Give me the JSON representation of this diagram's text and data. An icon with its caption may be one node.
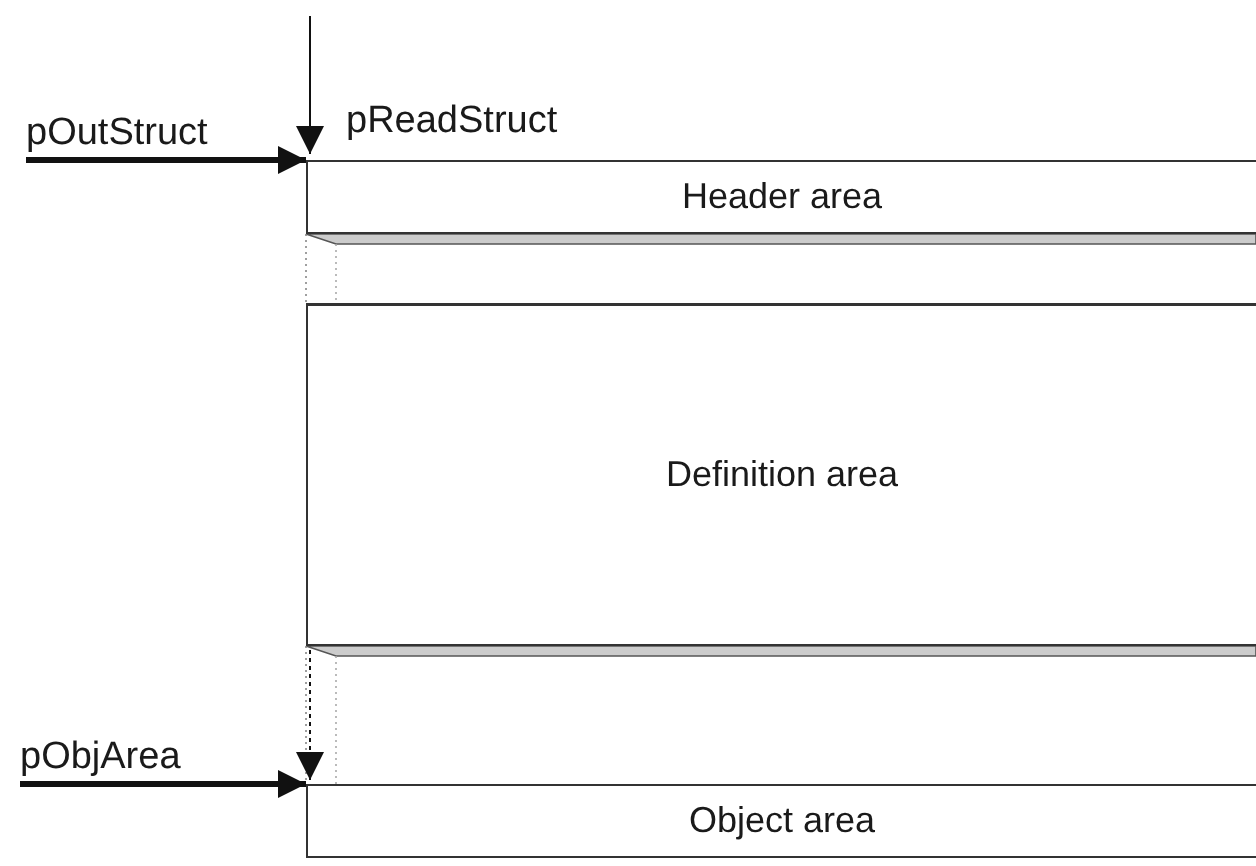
{
  "diagram": {
    "nodes": [
      {
        "text": [
          "pOutStruct"
        ]
      },
      {
        "text": [
          "Header area"
        ]
      },
      {
        "text": [
          "Definition area"
        ]
      },
      {
        "text": [
          "pObjArea"
        ]
      },
      {
        "text": [
          "Object area"
        ]
      }
    ],
    "edges": [
      {
        "from": 0,
        "to": 1,
        "arrow": "to",
        "style": "thick"
      },
      {
        "from": null,
        "to": 1,
        "arrow": "to",
        "label": "pReadStruct"
      },
      {
        "from": 3,
        "to": 4,
        "arrow": "to",
        "style": "thick"
      },
      {
        "from": null,
        "to": 4,
        "arrow": "to",
        "style": "dashed"
      }
    ]
  }
}
